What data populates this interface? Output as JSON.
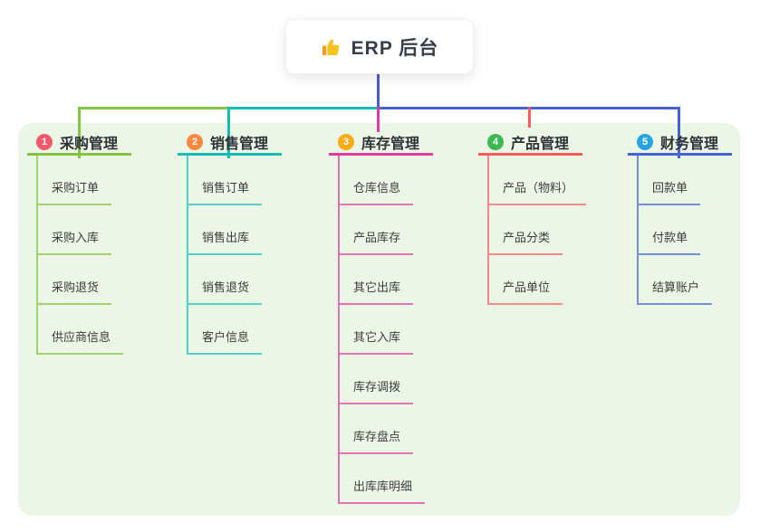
{
  "root": {
    "title": "ERP 后台",
    "icon": "thumbs-up-icon"
  },
  "branches": [
    {
      "index": "1",
      "label": "采购管理",
      "color": "#84c342",
      "badge_color": "#f4586c",
      "children": [
        "采购订单",
        "采购入库",
        "采购退货",
        "供应商信息"
      ]
    },
    {
      "index": "2",
      "label": "销售管理",
      "color": "#14bcb4",
      "badge_color": "#f8883f",
      "children": [
        "销售订单",
        "销售出库",
        "销售退货",
        "客户信息"
      ]
    },
    {
      "index": "3",
      "label": "库存管理",
      "color": "#e13a9d",
      "badge_color": "#fbac16",
      "children": [
        "仓库信息",
        "产品库存",
        "其它出库",
        "其它入库",
        "库存调拨",
        "库存盘点",
        "出库库明细"
      ]
    },
    {
      "index": "4",
      "label": "产品管理",
      "color": "#f45b5c",
      "badge_color": "#3bb950",
      "children": [
        "产品（物料）",
        "产品分类",
        "产品单位"
      ]
    },
    {
      "index": "5",
      "label": "财务管理",
      "color": "#4661d2",
      "badge_color": "#28a4e0",
      "children": [
        "回款单",
        "付款单",
        "结算账户"
      ]
    }
  ],
  "colors": {
    "root_line": "#4c5bd4",
    "panel_bg": "#ecf6e7",
    "card_bg": "#ffffff"
  }
}
